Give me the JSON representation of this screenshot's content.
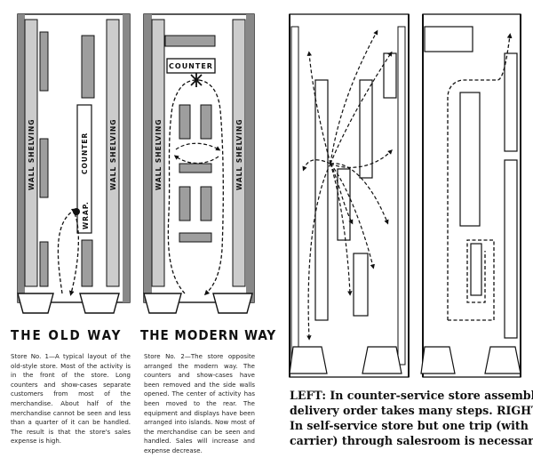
{
  "labels": {
    "wall_shelving": "WALL SHELVING",
    "counter": "COUNTER",
    "wrap": "WRAP.",
    "counter_box": "COUNTER"
  },
  "titles": {
    "old_way": "THE OLD WAY",
    "modern_way": "THE MODERN WAY"
  },
  "captions": {
    "store1": "Store No. 1—A typical layout of the old-style store. Most of the activity is in the front of the store. Long counters and show-cases separate customers from most of the merchandise. About half of the merchandise cannot be seen and less than a quarter of it can be handled. The result is that the store's sales expense is high.",
    "store2": "Store No. 2—The store opposite arranged the modern way. The counters and show-cases have been removed and the side walls opened. The center of activity has been moved to the rear. The equipment and displays have been arranged into islands. Now most of the merchandise can be seen and handled. Sales will increase and expense decrease.",
    "right_lines": [
      "LEFT: In counter-service store assembling",
      "delivery order takes many steps. RIGHT:",
      "In self-service store but one trip (with",
      "carrier) through salesroom is necessary."
    ]
  },
  "colors": {
    "ink": "#111111",
    "fixture_gray": "#9e9e9e",
    "paper": "#ffffff"
  }
}
